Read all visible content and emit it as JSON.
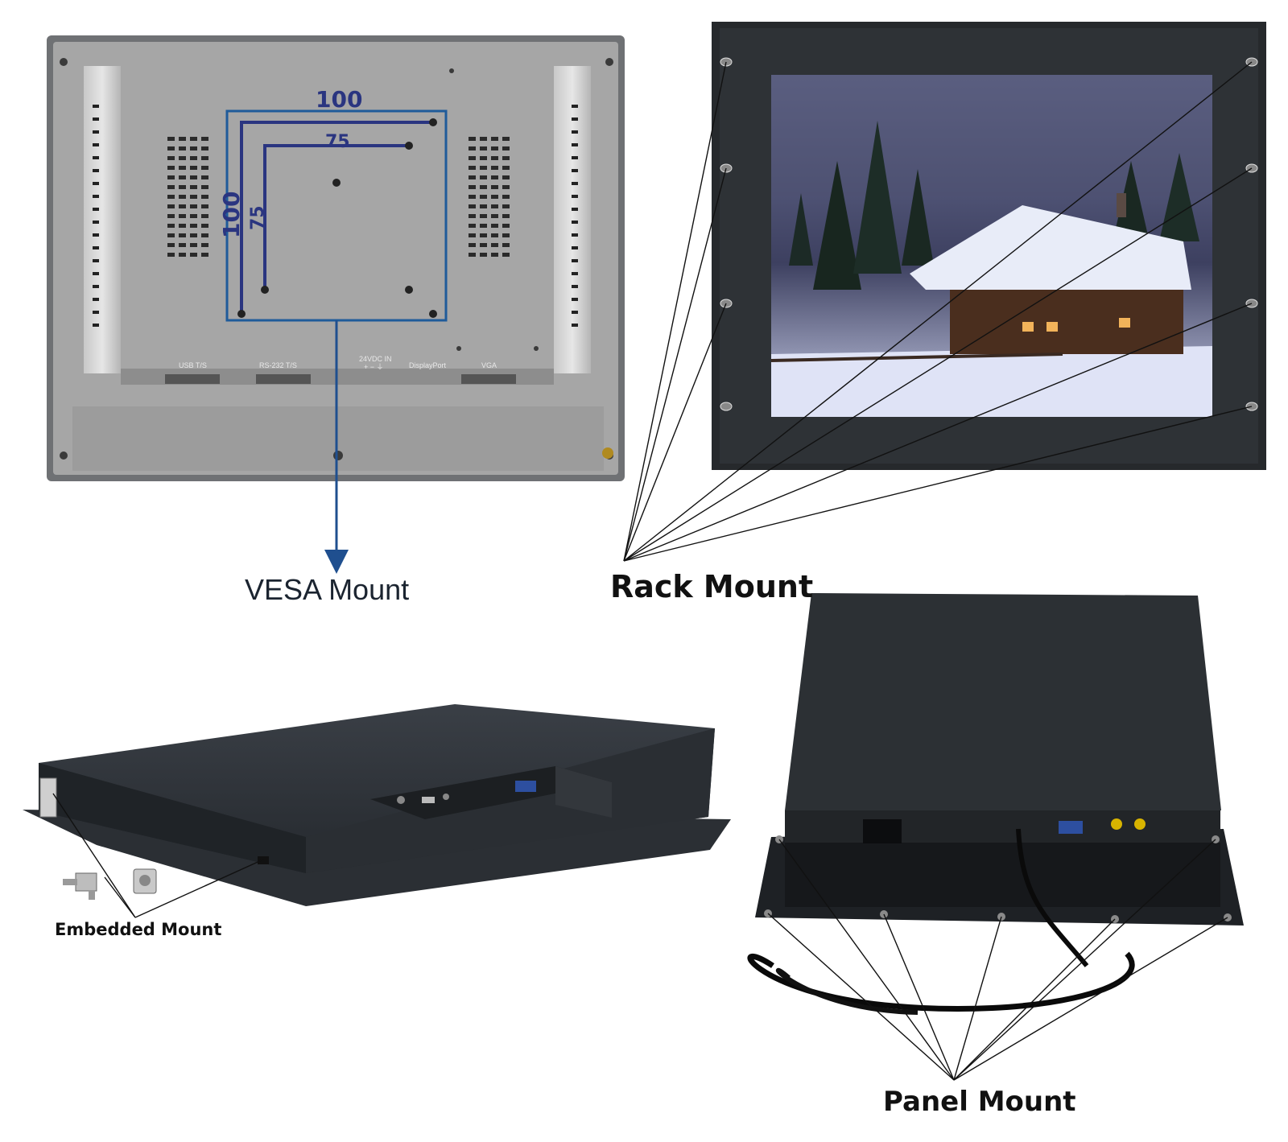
{
  "labels": {
    "vesa": "VESA Mount",
    "rack": "Rack Mount",
    "embedded": "Embedded Mount",
    "panel": "Panel Mount"
  },
  "vesa_dimensions": {
    "outer_width": "100",
    "outer_height": "100",
    "inner_width": "75",
    "inner_height": "75"
  },
  "ports": {
    "usb": "USB T/S",
    "rs232": "RS-232 T/S",
    "power": "24VDC IN",
    "power_polarity": "+  −  ⏚",
    "displayport": "DisplayPort",
    "vga": "VGA"
  },
  "colors": {
    "vesa_box": "#1f5b9a",
    "dimension_line": "#2a3580",
    "rear_panel": "#a4a4a4",
    "rack_frame": "#26292c",
    "chassis_dark": "#2b2f34"
  }
}
